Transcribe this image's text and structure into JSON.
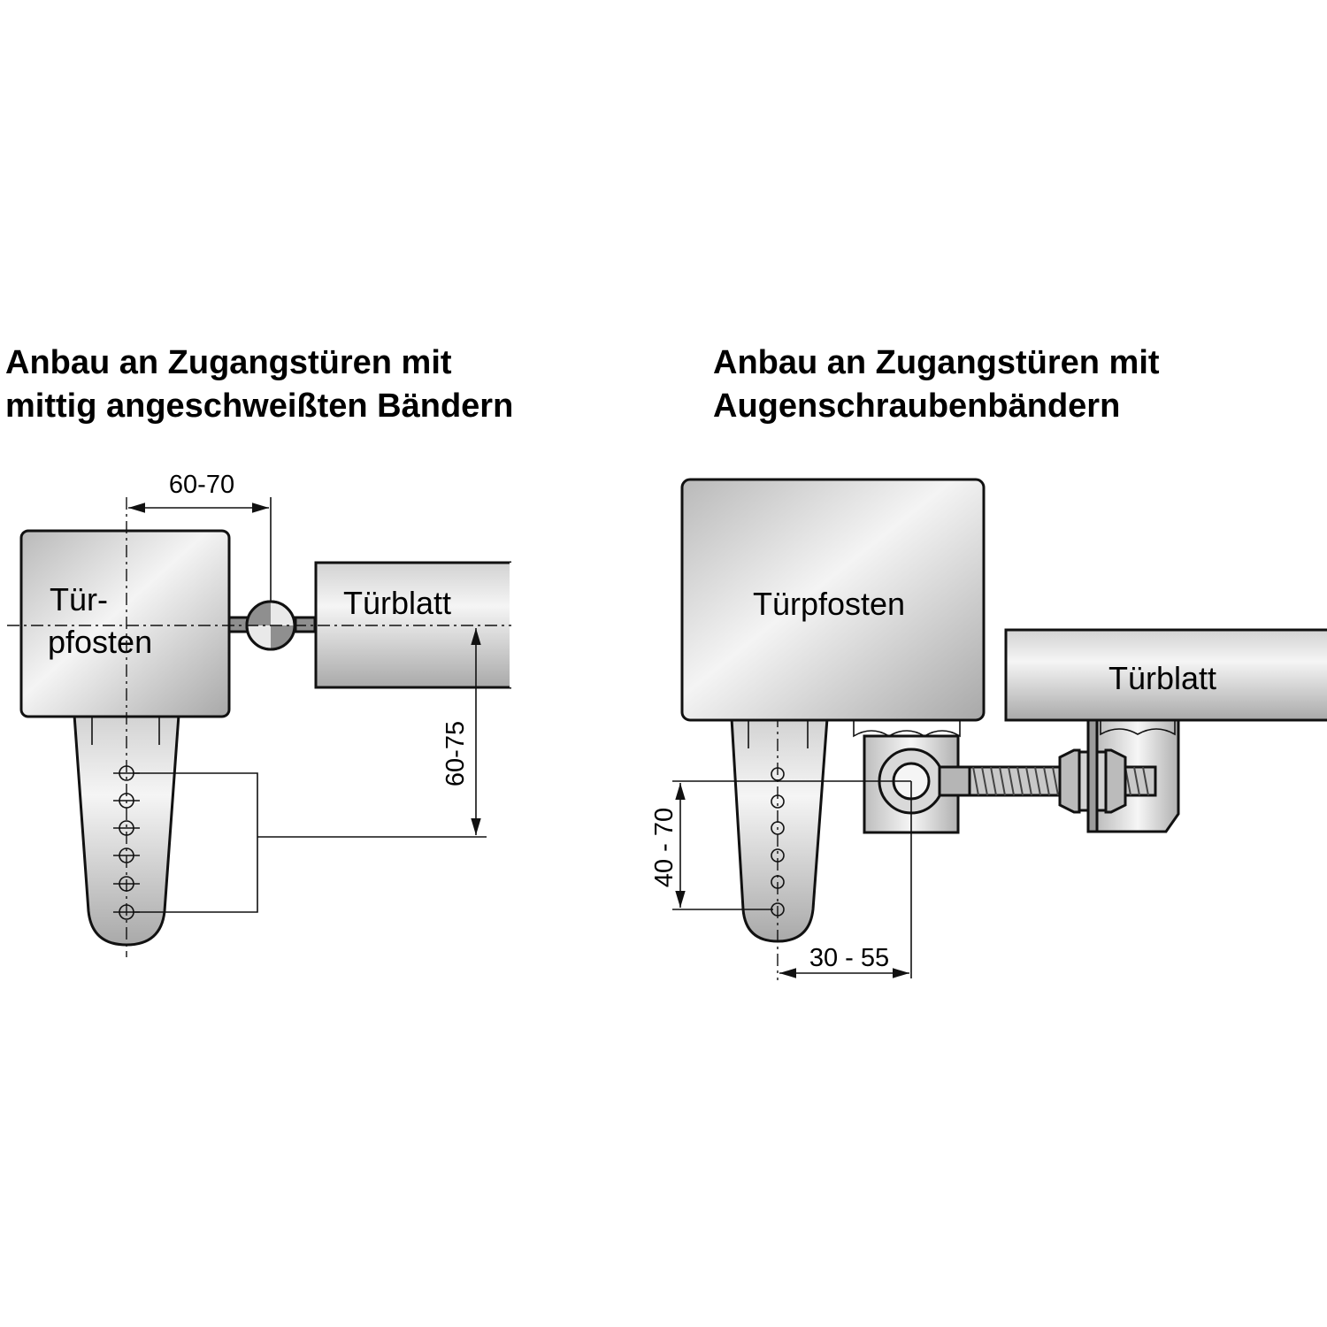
{
  "left": {
    "title_line1": "Anbau an Zugangstüren mit",
    "title_line2": "mittig angeschweißten Bändern",
    "post_label_line1": "Tür-",
    "post_label_line2": "pfosten",
    "leaf_label": "Türblatt",
    "dim_horizontal": "60-70",
    "dim_vertical": "60-75"
  },
  "right": {
    "title_line1": "Anbau an Zugangstüren mit",
    "title_line2": "Augenschraubenbändern",
    "post_label": "Türpfosten",
    "leaf_label": "Türblatt",
    "dim_vertical": "40 - 70",
    "dim_horizontal": "30 - 55"
  },
  "colors": {
    "metal_light": "#f2f2f2",
    "metal_mid": "#c8c8c8",
    "metal_dark": "#9a9a9a",
    "line": "#111111"
  }
}
